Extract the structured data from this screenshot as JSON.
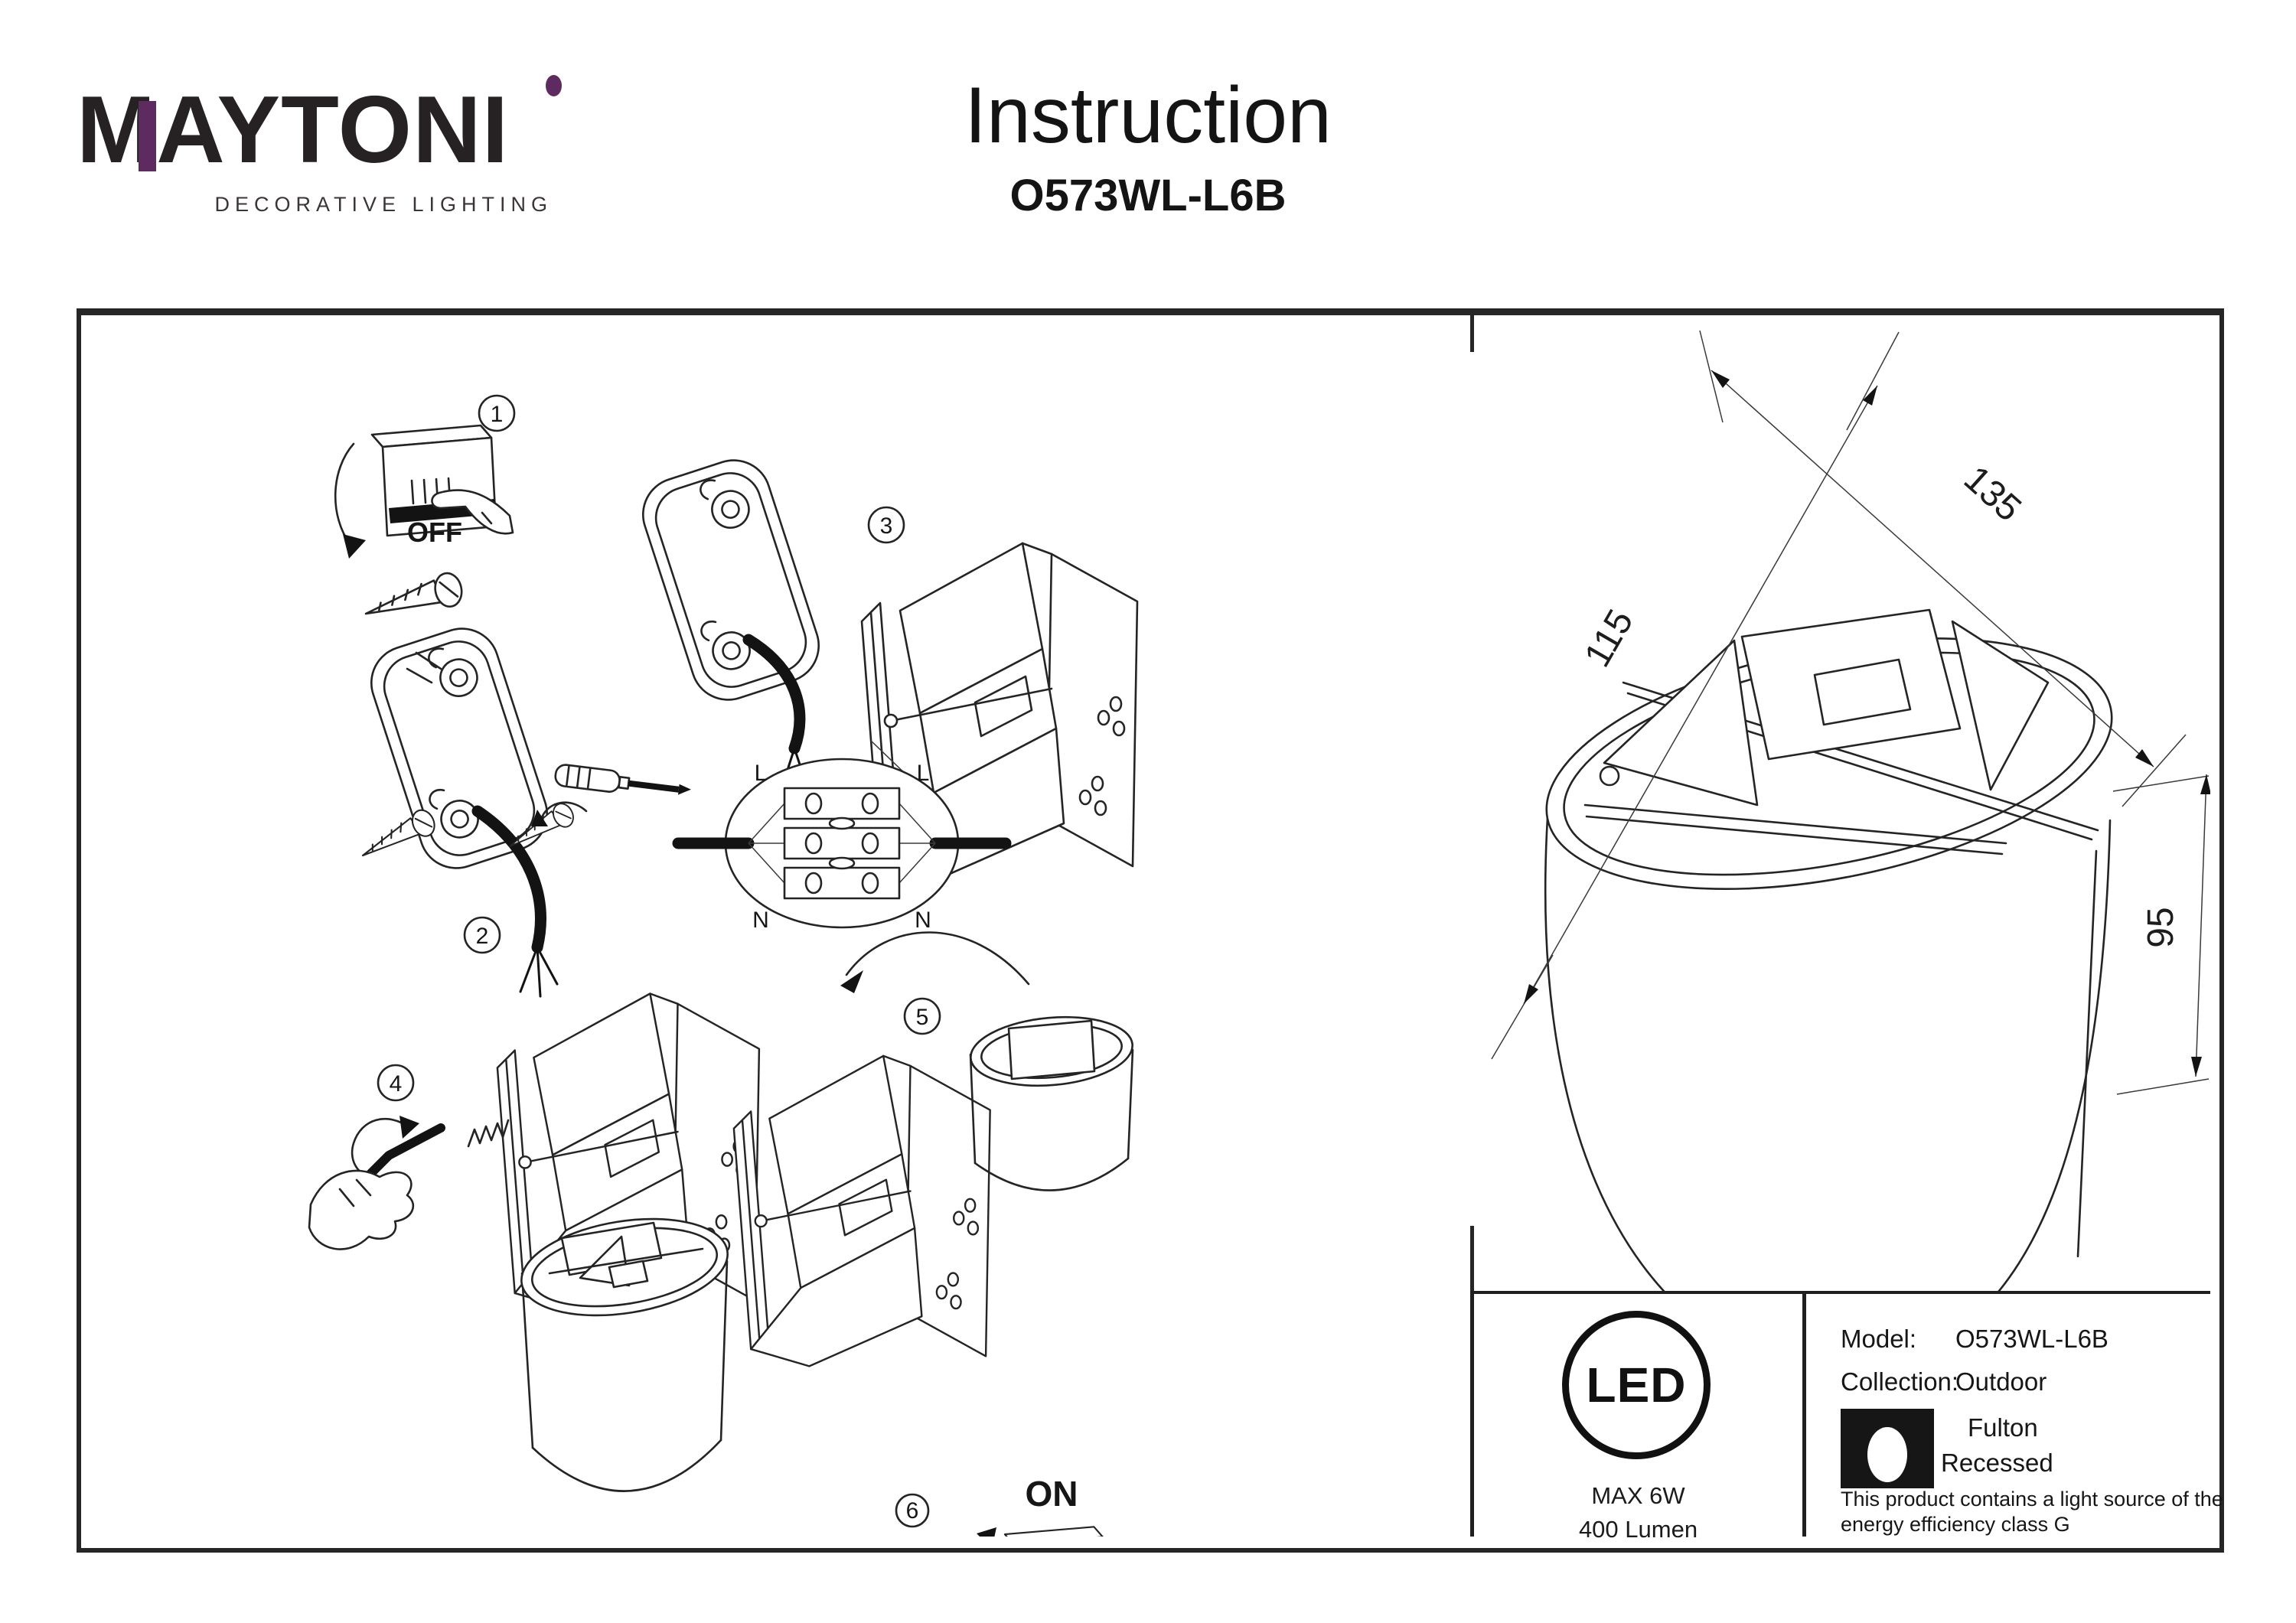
{
  "brand": {
    "name": "MAYTONI",
    "tagline": "DECORATIVE LIGHTING",
    "accent_color": "#5e2b61",
    "ink_color": "#262123"
  },
  "page": {
    "title": "Instruction",
    "subtitle": "O573WL-L6B"
  },
  "steps": {
    "badges": [
      "1",
      "2",
      "3",
      "4",
      "5",
      "6"
    ],
    "switch_off_label": "OFF",
    "switch_on_label": "ON"
  },
  "wiring": {
    "live_left": "L",
    "live_right": "L",
    "neutral_left": "N",
    "neutral_right": "N"
  },
  "dimensions": {
    "depth": "115",
    "width": "135",
    "height": "95"
  },
  "spec_panel": {
    "led_badge": "LED",
    "max_power": "MAX 6W",
    "luminous_flux": "400 Lumen",
    "model_label": "Model:",
    "model_value": "O573WL-L6B",
    "collection_label": "Collection:",
    "collection_value": "Outdoor",
    "series": "Fulton",
    "mounting": "Recessed",
    "note_line1": "This product contains a light source of the",
    "note_line2": "energy efficiency class G"
  }
}
